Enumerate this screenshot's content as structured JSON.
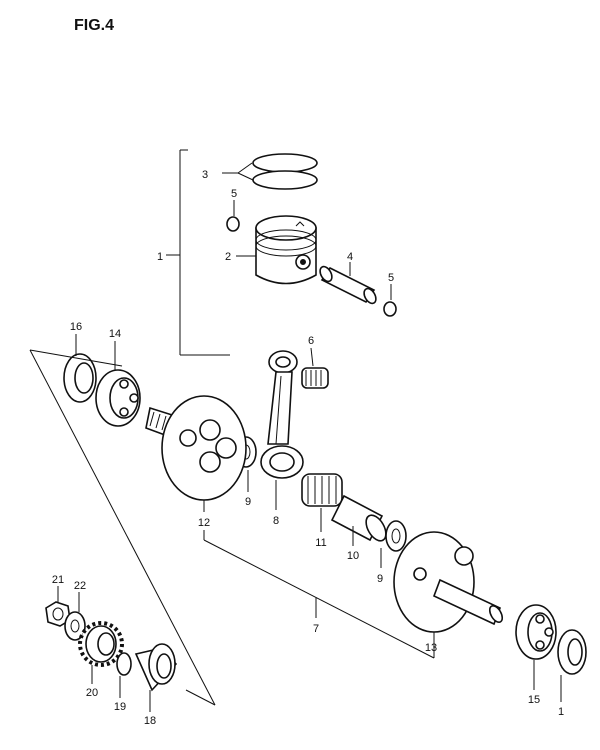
{
  "figure": {
    "title": "FIG.4"
  },
  "callouts": {
    "c1_piston_assy": "1",
    "c2_piston": "2",
    "c3_rings": "3",
    "c4_pin": "4",
    "c5a_circlip": "5",
    "c5b_circlip": "5",
    "c6_bearing_small": "6",
    "c7_crankshaft_assy": "7",
    "c8_conrod": "8",
    "c9a_washer": "9",
    "c9b_washer": "9",
    "c10_crank_pin": "10",
    "c11_bearing_big": "11",
    "c12_crank_left": "12",
    "c13_crank_right": "13",
    "c14_bearing_left": "14",
    "c15_bearing_right": "15",
    "c16_seal_left": "16",
    "c1b_seal_right": "1",
    "c18_spacer": "18",
    "c19_oring": "19",
    "c20_gear": "20",
    "c21_nut": "21",
    "c22_washer": "22"
  }
}
